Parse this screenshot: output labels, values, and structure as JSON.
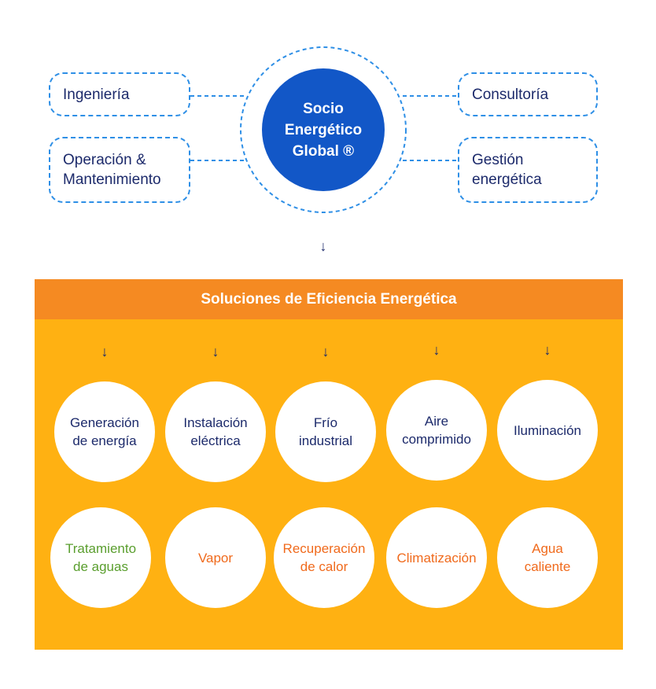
{
  "colors": {
    "navy_text": "#1c2a6b",
    "blue_dash": "#2e8fe6",
    "blue_center": "#1257c7",
    "orange_header": "#f58a22",
    "amber_panel": "#ffb112",
    "green_text": "#5a9e2e",
    "orange_text": "#f06a1c"
  },
  "center": {
    "label": "Socio\nEnergético\nGlobal ®"
  },
  "services": {
    "ingenieria": "Ingeniería",
    "operacion": "Operación &\nMantenimiento",
    "consultoria": "Consultoría",
    "gestion": "Gestión\nenergética"
  },
  "panel": {
    "title": "Soluciones de Eficiencia Energética"
  },
  "solutions_row1": [
    {
      "label": "Generación\nde energía",
      "color": "#1c2a6b"
    },
    {
      "label": "Instalación\neléctrica",
      "color": "#1c2a6b"
    },
    {
      "label": "Frío\nindustrial",
      "color": "#1c2a6b"
    },
    {
      "label": "Aire\ncomprimido",
      "color": "#1c2a6b"
    },
    {
      "label": "Iluminación",
      "color": "#1c2a6b"
    }
  ],
  "solutions_row2": [
    {
      "label": "Tratamiento\nde aguas",
      "color": "#5a9e2e"
    },
    {
      "label": "Vapor",
      "color": "#f06a1c"
    },
    {
      "label": "Recuperación\nde calor",
      "color": "#f06a1c"
    },
    {
      "label": "Climatización",
      "color": "#f06a1c"
    },
    {
      "label": "Agua\ncaliente",
      "color": "#f06a1c"
    }
  ]
}
